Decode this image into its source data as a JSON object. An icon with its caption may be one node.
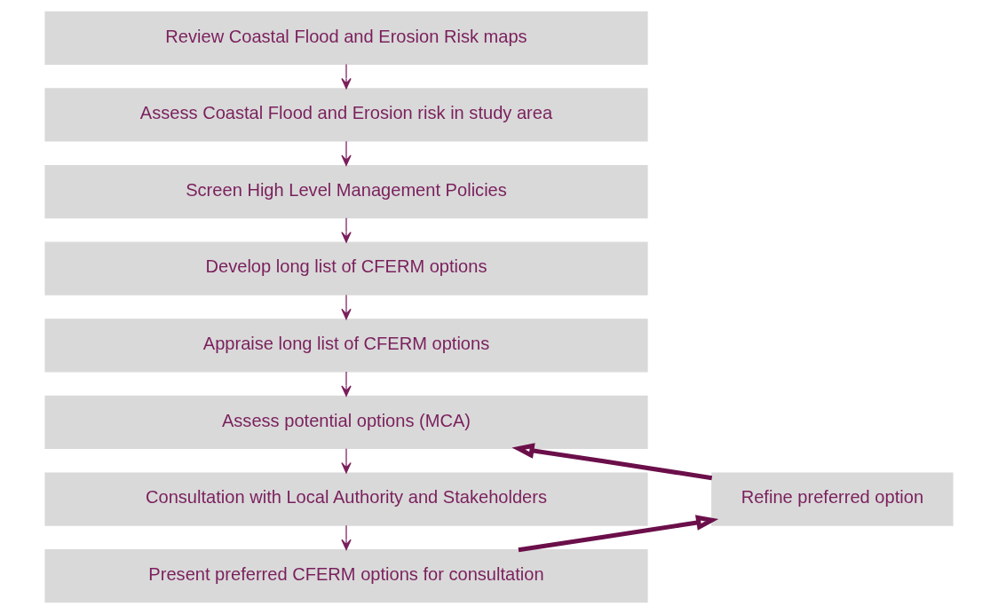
{
  "diagram": {
    "nodes": [
      {
        "text": [
          "Review Coastal Flood and Erosion Risk maps"
        ]
      },
      {
        "text": [
          "Assess Coastal Flood and Erosion risk in study area"
        ]
      },
      {
        "text": [
          "Screen High Level Management Policies"
        ]
      },
      {
        "text": [
          "Develop long list of CFERM options"
        ]
      },
      {
        "text": [
          "Appraise long list of CFERM options"
        ]
      },
      {
        "text": [
          "Assess potential options (MCA)"
        ]
      },
      {
        "text": [
          "Consultation with Local Authority and Stakeholders"
        ]
      },
      {
        "text": [
          "Present preferred CFERM options for consultation"
        ]
      },
      {
        "text": [
          "Refine preferred option"
        ]
      }
    ],
    "edges": [
      {
        "from": 0,
        "to": 1,
        "arrow": "to"
      },
      {
        "from": 1,
        "to": 2,
        "arrow": "to"
      },
      {
        "from": 2,
        "to": 3,
        "arrow": "to"
      },
      {
        "from": 3,
        "to": 4,
        "arrow": "to"
      },
      {
        "from": 4,
        "to": 5,
        "arrow": "to"
      },
      {
        "from": 5,
        "to": 6,
        "arrow": "to"
      },
      {
        "from": 6,
        "to": 7,
        "arrow": "to"
      },
      {
        "from": 7,
        "to": 8,
        "arrow": "to",
        "style": "thick",
        "color": "#6b0f4a"
      },
      {
        "from": 8,
        "to": 5,
        "arrow": "to",
        "style": "thick",
        "color": "#6b0f4a"
      }
    ]
  }
}
